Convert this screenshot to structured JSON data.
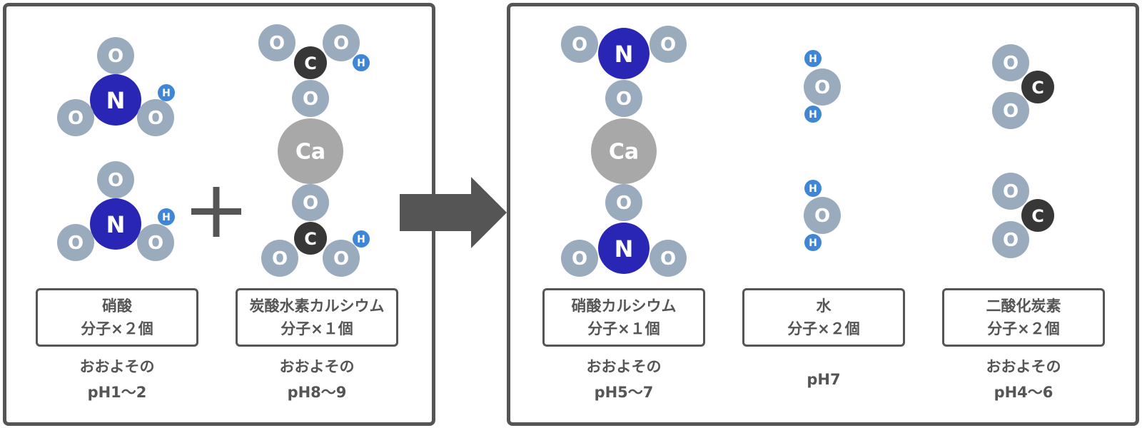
{
  "colors": {
    "oxygen": "#9aabbe",
    "nitrogen": "#2a26b5",
    "hydrogen": "#3f87d6",
    "carbon": "#373737",
    "calcium": "#a8a8a8",
    "frame": "#555555"
  },
  "atoms": {
    "O": "O",
    "N": "N",
    "H": "H",
    "C": "C",
    "Ca": "Ca"
  },
  "reactants": [
    {
      "name": "硝酸",
      "count": "分子×２個",
      "ph_prefix": "おおよその",
      "ph": "pH1〜2"
    },
    {
      "name": "炭酸水素カルシウム",
      "count": "分子×１個",
      "ph_prefix": "おおよその",
      "ph": "pH8〜9"
    }
  ],
  "products": [
    {
      "name": "硝酸カルシウム",
      "count": "分子×１個",
      "ph_prefix": "おおよその",
      "ph": "pH5〜7"
    },
    {
      "name": "水",
      "count": "分子×２個",
      "ph": "pH7"
    },
    {
      "name": "二酸化炭素",
      "count": "分子×２個",
      "ph_prefix": "おおよその",
      "ph": "pH4〜6"
    }
  ],
  "operators": {
    "plus": "plus-sign",
    "arrow": "reaction-arrow"
  }
}
